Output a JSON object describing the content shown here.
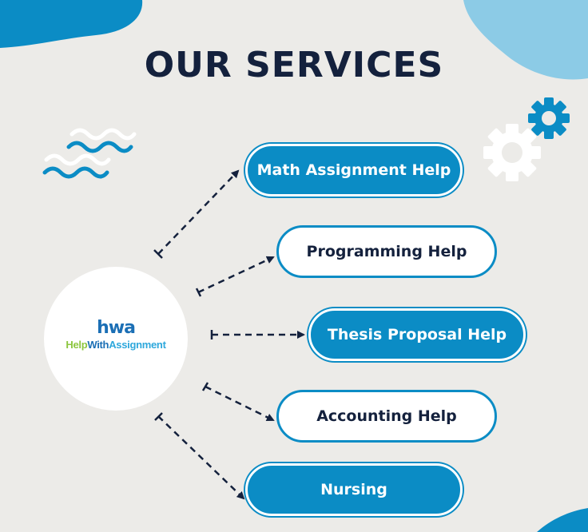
{
  "title": "OUR SERVICES",
  "logo": {
    "mark": "hwa",
    "text_part1": "Help",
    "text_part2": "With",
    "text_part3": "Assignment"
  },
  "services": [
    {
      "label": "Math Assignment Help",
      "style": "filled"
    },
    {
      "label": "Programming Help",
      "style": "outline"
    },
    {
      "label": "Thesis Proposal Help",
      "style": "filled"
    },
    {
      "label": "Accounting Help",
      "style": "outline"
    },
    {
      "label": "Nursing",
      "style": "filled"
    }
  ],
  "colors": {
    "background": "#ecebe8",
    "accent_blue": "#0b8cc5",
    "light_blue": "#8ccbe6",
    "dark_navy": "#14213d",
    "white": "#ffffff"
  },
  "icons": [
    "gear-icon",
    "gear-icon",
    "wave-lines-icon"
  ]
}
